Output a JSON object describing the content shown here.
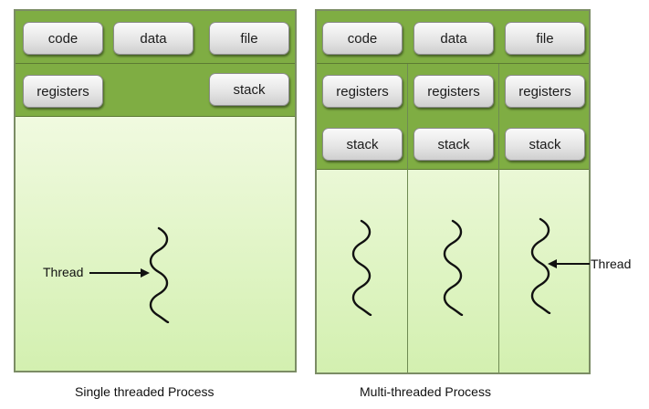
{
  "single": {
    "boxes": {
      "code": "code",
      "data": "data",
      "file": "file",
      "registers": "registers",
      "stack": "stack"
    },
    "thread_label": "Thread",
    "caption": "Single threaded Process"
  },
  "multi": {
    "boxes": {
      "code": "code",
      "data": "data",
      "file": "file"
    },
    "threads": [
      {
        "registers": "registers",
        "stack": "stack"
      },
      {
        "registers": "registers",
        "stack": "stack"
      },
      {
        "registers": "registers",
        "stack": "stack"
      }
    ],
    "thread_label": "Thread",
    "caption": "Multi-threaded Process"
  },
  "colors": {
    "band": "#7fad43",
    "body_top": "#fbfff4",
    "body_bottom": "#d3f0b0",
    "border": "#7b8c65"
  }
}
